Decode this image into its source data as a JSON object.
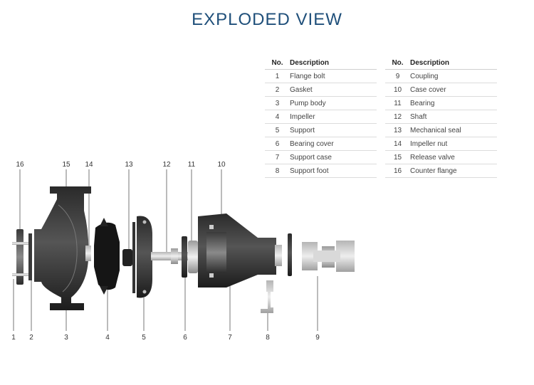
{
  "title": "EXPLODED VIEW",
  "table": {
    "header_no": "No.",
    "header_description": "Description",
    "left": [
      {
        "no": "1",
        "description": "Flange bolt"
      },
      {
        "no": "2",
        "description": "Gasket"
      },
      {
        "no": "3",
        "description": "Pump body"
      },
      {
        "no": "4",
        "description": "Impeller"
      },
      {
        "no": "5",
        "description": "Support"
      },
      {
        "no": "6",
        "description": "Bearing cover"
      },
      {
        "no": "7",
        "description": "Support case"
      },
      {
        "no": "8",
        "description": "Support foot"
      }
    ],
    "right": [
      {
        "no": "9",
        "description": "Coupling"
      },
      {
        "no": "10",
        "description": "Case cover"
      },
      {
        "no": "11",
        "description": "Bearing"
      },
      {
        "no": "12",
        "description": "Shaft"
      },
      {
        "no": "13",
        "description": "Mechanical seal"
      },
      {
        "no": "14",
        "description": "Impeller nut"
      },
      {
        "no": "15",
        "description": "Release valve"
      },
      {
        "no": "16",
        "description": "Counter flange"
      }
    ]
  },
  "callouts": {
    "top": [
      "16",
      "15",
      "14",
      "13",
      "12",
      "11",
      "10"
    ],
    "bottom": [
      "1",
      "2",
      "3",
      "4",
      "5",
      "6",
      "7",
      "8",
      "9"
    ]
  }
}
